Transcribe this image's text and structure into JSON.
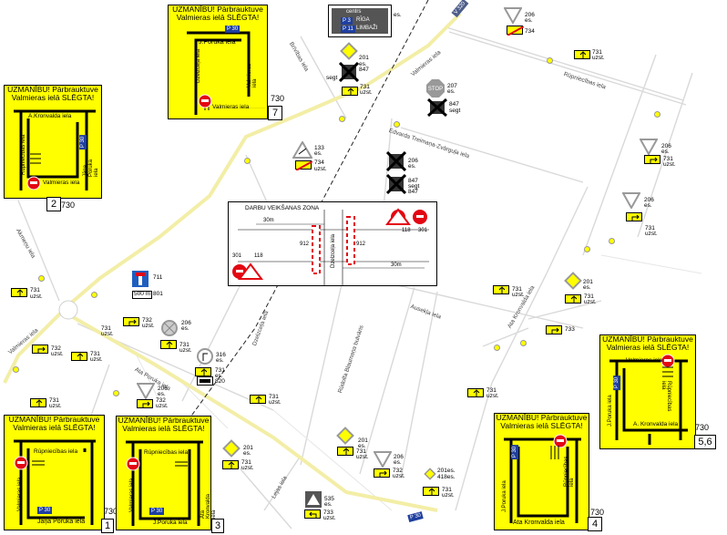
{
  "colors": {
    "panel": "#ffff00",
    "road_main": "#f3eea6",
    "road": "#d9d9d9",
    "p_badge": "#1f3f9f",
    "stop_red": "#e30613"
  },
  "streets": [
    {
      "id": "valmieras-ne",
      "text": "Valmieras iela"
    },
    {
      "id": "valmieras-sw",
      "text": "Valmieras iela"
    },
    {
      "id": "rupniecibas",
      "text": "Rūpniecības iela"
    },
    {
      "id": "edvarda",
      "text": "Edvarda Treimaņa-Zvārguļa iela"
    },
    {
      "id": "brivibas",
      "text": "Brīvības iela"
    },
    {
      "id": "ata-kronvalda",
      "text": "Ata Kronvalda iela"
    },
    {
      "id": "aususa",
      "text": "Ausekļa iela"
    },
    {
      "id": "rudolfa",
      "text": "Rūdolfa Blaumaņa bulvāris"
    },
    {
      "id": "dzelzcela",
      "text": "Dzelzceļa iela"
    },
    {
      "id": "ata-poruka",
      "text": "Ata Poruka iela"
    },
    {
      "id": "janu",
      "text": "Jāņa Poruka iela"
    },
    {
      "id": "lenu",
      "text": "Lejas iela"
    },
    {
      "id": "akmenu",
      "text": "Akmeņu iela"
    }
  ],
  "panels": [
    {
      "id": "p7",
      "l1": "UZMANĪBU! Pārbrauktuve",
      "l2": "Valmieras ielā SLĒGTA!",
      "sign": "730",
      "num": "7",
      "s1": "J.Poruka iela",
      "s2": "Dzelzceļa iela",
      "s3": "Valmieras iela",
      "p": "P 30"
    },
    {
      "id": "p2",
      "l1": "UZMANĪBU! Pārbrauktuve",
      "l2": "Valmieras ielā SLĒGTA!",
      "sign": "730",
      "num": "2",
      "s1": "A.Kronvalda iela",
      "s2": "Rūpniecības iela",
      "s3": "Valmieras iela",
      "s4": "Jāņa Poruka iela",
      "p": "P 30"
    },
    {
      "id": "p1",
      "l1": "UZMANĪBU! Pārbrauktuve",
      "l2": "Valmieras ielā SLĒGTA!",
      "sign": "730",
      "num": "1",
      "s1": "Rūpniecības iela",
      "s2": "Valmieras iela",
      "s3": "Jāņa Poruka iela",
      "p": "P 30"
    },
    {
      "id": "p3",
      "l1": "UZMANĪBU! Pārbrauktuve",
      "l2": "Valmieras ielā SLĒGTA!",
      "sign": "730",
      "num": "3",
      "s1": "Rūpniecības iela",
      "s2": "Valmieras iela",
      "s3": "J.Poruka iela",
      "s4": "Ata Kronvalda iela",
      "p": "P 30"
    },
    {
      "id": "p4",
      "l1": "UZMANĪBU! Pārbrauktuve",
      "l2": "Valmieras ielā SLĒGTA!",
      "sign": "730",
      "num": "4",
      "s1": "Rūpniecības iela",
      "s2": "J.Poruka iela",
      "s3": "Ata Kronvalda iela",
      "p": "P 30"
    },
    {
      "id": "p56",
      "l1": "UZMANĪBU! Pārbrauktuve",
      "l2": "Valmieras ielā SLĒGTA!",
      "sign": "730",
      "num": "5,6",
      "s1": "Valmieras iela",
      "s2": "Rūpniecības iela",
      "s3": "J.Poruka iela",
      "s4": "A. Kronvalda iela",
      "p": "P 30"
    }
  ],
  "zone": {
    "title": "DARBU VEIKŠANAS ZONA",
    "d1": "30m",
    "d2": "30m",
    "s118a": "118",
    "s301a": "301",
    "s912a": "912",
    "s912b": "912",
    "s118b": "118",
    "s301b": "301",
    "street": "Dzelzceļa iela"
  },
  "direction": {
    "top": "centrs",
    "r1": "RĪGA",
    "r2": "LIMBAŽI",
    "b1": "P 3",
    "b2": "P 11"
  },
  "badges": {
    "v320": "V 320",
    "p30": "P 30"
  },
  "signs": [
    {
      "id": "s206a",
      "code": "206",
      "sub": "es."
    },
    {
      "id": "s734a",
      "code": "734"
    },
    {
      "id": "s731a",
      "code": "731",
      "sub": "uzst."
    },
    {
      "id": "s201a",
      "code": "201",
      "sub": "es."
    },
    {
      "id": "s847a",
      "code": "847"
    },
    {
      "id": "segt1",
      "code": "segt"
    },
    {
      "id": "s731b",
      "code": "731",
      "sub": "uzst."
    },
    {
      "id": "s207",
      "code": "207",
      "sub": "es."
    },
    {
      "id": "s847b",
      "code": "847"
    },
    {
      "id": "segt2",
      "code": "segt"
    },
    {
      "id": "s133",
      "code": "133",
      "sub": "es."
    },
    {
      "id": "s734b",
      "code": "734",
      "sub": "uzst."
    },
    {
      "id": "s206b",
      "code": "206",
      "sub": "es."
    },
    {
      "id": "s847c",
      "code": "847",
      "sub": "segt"
    },
    {
      "id": "s847d",
      "code": "847",
      "sub": "segt"
    },
    {
      "id": "s206c",
      "code": "206",
      "sub": "es."
    },
    {
      "id": "s731c",
      "code": "731",
      "sub": "uzst."
    },
    {
      "id": "s206d",
      "code": "206",
      "sub": "es."
    },
    {
      "id": "s731d",
      "code": "731",
      "sub": "uzst."
    },
    {
      "id": "s731e",
      "code": "731",
      "sub": "uzst."
    },
    {
      "id": "s711",
      "code": "711"
    },
    {
      "id": "s801",
      "code": "801",
      "sub": "500 m"
    },
    {
      "id": "s732a",
      "code": "732",
      "sub": "uzst."
    },
    {
      "id": "s206e",
      "code": "206",
      "sub": "es."
    },
    {
      "id": "s731f",
      "code": "731",
      "sub": "uzst."
    },
    {
      "id": "s316",
      "code": "316",
      "sub": "es."
    },
    {
      "id": "s731g",
      "code": "731",
      "sub": "es."
    },
    {
      "id": "s820",
      "code": "820"
    },
    {
      "id": "s731h",
      "code": "731",
      "sub": "uzst."
    },
    {
      "id": "s206f",
      "code": "206",
      "sub": "es."
    },
    {
      "id": "s732b",
      "code": "732",
      "sub": "uzst."
    },
    {
      "id": "s731i",
      "code": "731",
      "sub": "uzst."
    },
    {
      "id": "s732c",
      "code": "732",
      "sub": "uzst."
    },
    {
      "id": "s731j",
      "code": "731",
      "sub": "uzst."
    },
    {
      "id": "s201b",
      "code": "201",
      "sub": "es."
    },
    {
      "id": "s731k",
      "code": "731",
      "sub": "uzst."
    },
    {
      "id": "s201c",
      "code": "201",
      "sub": "es."
    },
    {
      "id": "s731l",
      "code": "731",
      "sub": "uzst."
    },
    {
      "id": "s206g",
      "code": "206",
      "sub": "es."
    },
    {
      "id": "s732d",
      "code": "732",
      "sub": "uzst."
    },
    {
      "id": "s201d",
      "code": "201es.",
      "sub": "418es."
    },
    {
      "id": "s731m",
      "code": "731",
      "sub": "uzst."
    },
    {
      "id": "s535",
      "code": "535",
      "sub": "es."
    },
    {
      "id": "s733a",
      "code": "733",
      "sub": "uzst."
    },
    {
      "id": "s731n",
      "code": "731",
      "sub": "uzst."
    },
    {
      "id": "s733b",
      "code": "733"
    },
    {
      "id": "s201e",
      "code": "201",
      "sub": "es."
    },
    {
      "id": "s731o",
      "code": "731",
      "sub": "uzst."
    },
    {
      "id": "s731p",
      "code": "731",
      "sub": "uzst."
    },
    {
      "id": "s731q",
      "code": "731",
      "sub": "uzst."
    },
    {
      "id": "s731r",
      "code": "731",
      "sub": "uzst."
    },
    {
      "id": "s731s",
      "code": "731",
      "sub": "uzst."
    }
  ]
}
